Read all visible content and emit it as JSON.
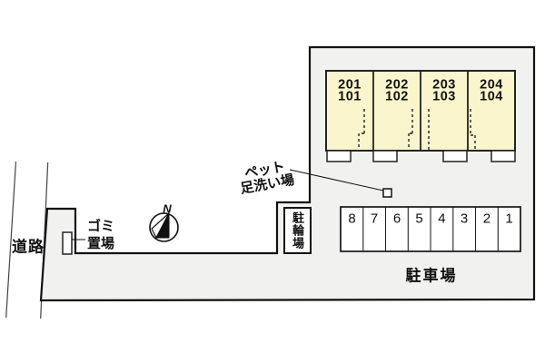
{
  "labels": {
    "road": "道路",
    "garbage_line1": "ゴミ",
    "garbage_line2": "置場",
    "pet_line1": "ペット",
    "pet_line2": "足洗い場",
    "bicycle": "駐輪場",
    "parking": "駐車場",
    "compass_north": "N"
  },
  "building": {
    "units": [
      {
        "upper": "201",
        "lower": "101"
      },
      {
        "upper": "202",
        "lower": "102"
      },
      {
        "upper": "203",
        "lower": "103"
      },
      {
        "upper": "204",
        "lower": "104"
      }
    ]
  },
  "parking": {
    "spaces": [
      "8",
      "7",
      "6",
      "5",
      "4",
      "3",
      "2",
      "1"
    ]
  },
  "colors": {
    "site_fill": "#f1f1ef",
    "building_fill": "#faf5cd",
    "line": "#1a1a1a"
  }
}
